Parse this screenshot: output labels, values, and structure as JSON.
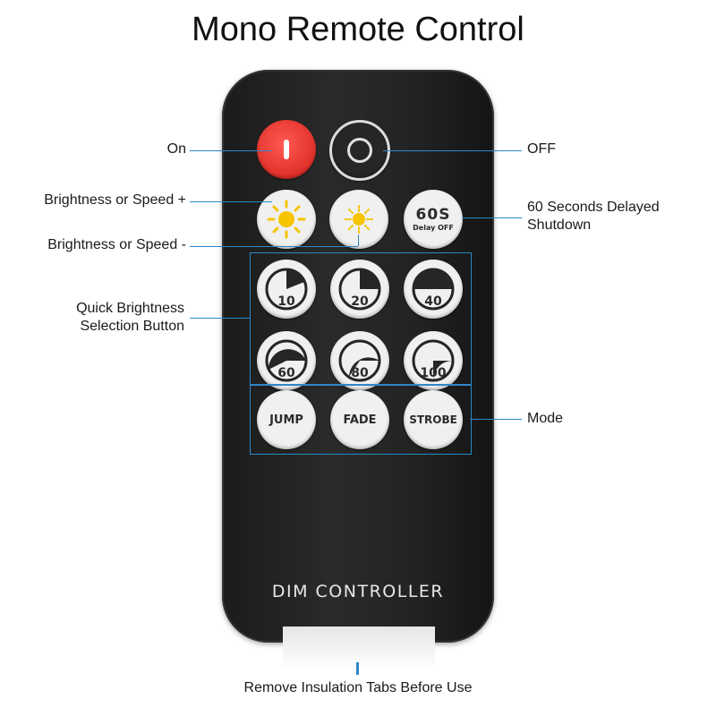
{
  "title": "Mono Remote Control",
  "remote_label": "DIM CONTROLLER",
  "buttons": {
    "on_label": "On",
    "off_label": "OFF",
    "brightness_up_label": "Brightness or Speed +",
    "brightness_down_label": "Brightness or Speed -",
    "delay": {
      "big": "60S",
      "small": "Delay OFF",
      "label_line1": "60 Seconds Delayed",
      "label_line2": "Shutdown"
    },
    "quick": {
      "label_line1": "Quick Brightness",
      "label_line2": "Selection Button",
      "values": [
        "10",
        "20",
        "40",
        "60",
        "80",
        "100"
      ]
    },
    "mode": {
      "label": "Mode",
      "items": [
        "JUMP",
        "FADE",
        "STROBE"
      ]
    }
  },
  "footer_note": "Remove Insulation Tabs Before Use",
  "colors": {
    "accent": "#2d88c7",
    "on_red": "#e0302a",
    "sun_yellow": "#f6c400"
  }
}
